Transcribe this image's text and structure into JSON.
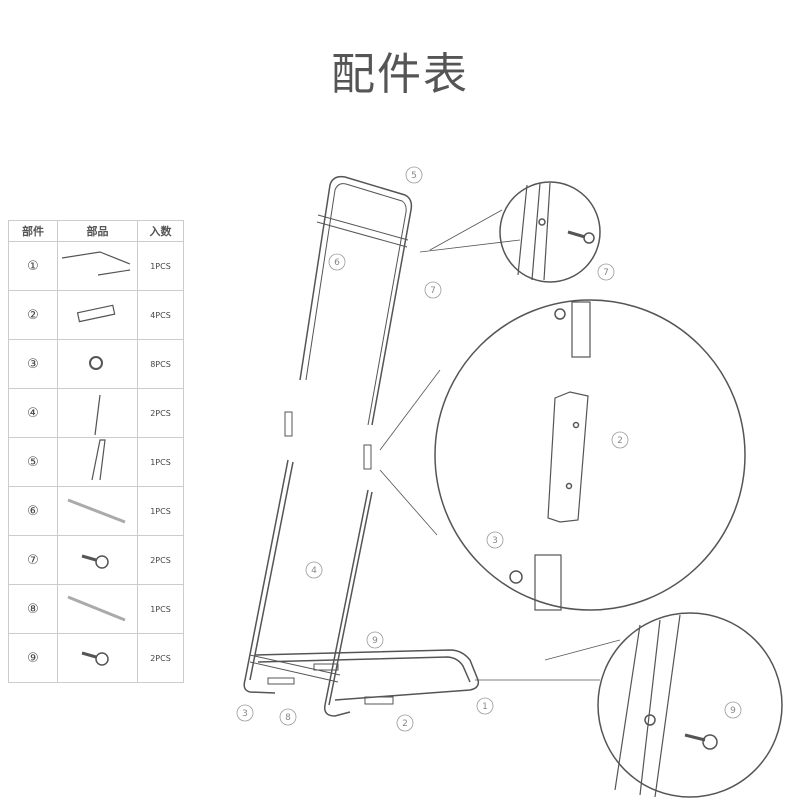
{
  "title": "配件表",
  "table": {
    "headers": [
      "部件",
      "部品",
      "入数"
    ],
    "rows": [
      {
        "id": "①",
        "part": "base-frame",
        "qty": "1PCS"
      },
      {
        "id": "②",
        "part": "connector-plate",
        "qty": "4PCS"
      },
      {
        "id": "③",
        "part": "knob",
        "qty": "8PCS"
      },
      {
        "id": "④",
        "part": "side-tube",
        "qty": "2PCS"
      },
      {
        "id": "⑤",
        "part": "top-frame",
        "qty": "1PCS"
      },
      {
        "id": "⑥",
        "part": "crossbar",
        "qty": "1PCS"
      },
      {
        "id": "⑦",
        "part": "screw",
        "qty": "2PCS"
      },
      {
        "id": "⑧",
        "part": "crossbar",
        "qty": "1PCS"
      },
      {
        "id": "⑨",
        "part": "screw",
        "qty": "2PCS"
      }
    ]
  },
  "callouts": {
    "c5": "5",
    "c6": "6",
    "c7a": "7",
    "c7b": "7",
    "c2a": "2",
    "c3a": "3",
    "c4": "4",
    "c9a": "9",
    "c3b": "3",
    "c8": "8",
    "c2b": "2",
    "c1": "1",
    "c9b": "9"
  }
}
